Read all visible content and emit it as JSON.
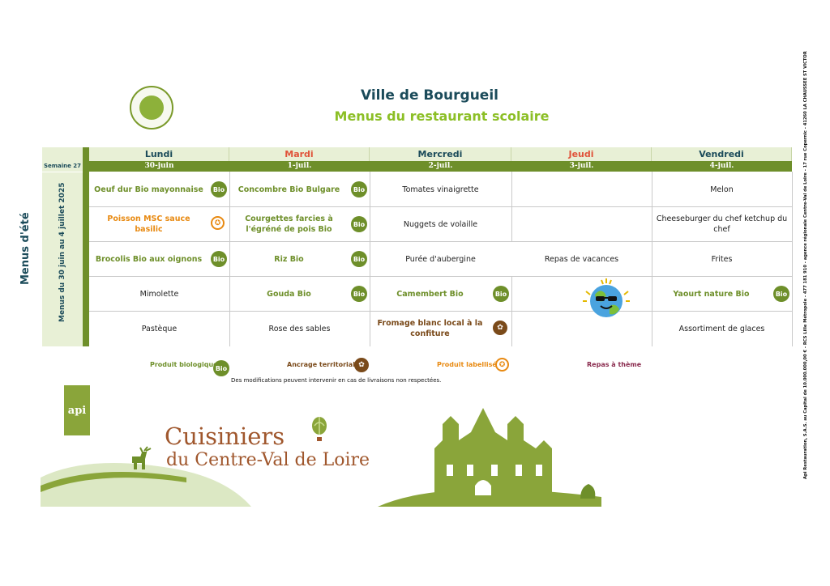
{
  "header": {
    "city": "Ville de Bourgueil",
    "subtitle": "Menus du restaurant scolaire"
  },
  "side": {
    "season_label": "Menus d'été",
    "date_range": "Menus du 30 juin au 4 juillet 2025",
    "week_label": "Semaine 27"
  },
  "days": [
    {
      "name": "Lundi",
      "date": "30-juin",
      "color": "#1b4b5a"
    },
    {
      "name": "Mardi",
      "date": "1-juil.",
      "color": "#e0533a"
    },
    {
      "name": "Mercredi",
      "date": "2-juil.",
      "color": "#1b4b5a"
    },
    {
      "name": "Jeudi",
      "date": "3-juil.",
      "color": "#e0533a"
    },
    {
      "name": "Vendredi",
      "date": "4-juil.",
      "color": "#1b4b5a"
    }
  ],
  "menu": {
    "lundi": [
      {
        "text": "Oeuf dur Bio mayonnaise",
        "tag": "bio"
      },
      {
        "text": "Poisson MSC sauce basilic",
        "tag": "label"
      },
      {
        "text": "Brocolis Bio aux oignons",
        "tag": "bio"
      },
      {
        "text": "Mimolette",
        "tag": "none"
      },
      {
        "text": "Pastèque",
        "tag": "none"
      }
    ],
    "mardi": [
      {
        "text": "Concombre Bio Bulgare",
        "tag": "bio"
      },
      {
        "text": "Courgettes farcies à l'égréné de pois Bio",
        "tag": "bio"
      },
      {
        "text": "Riz Bio",
        "tag": "bio"
      },
      {
        "text": "Gouda Bio",
        "tag": "bio"
      },
      {
        "text": "Rose des sables",
        "tag": "none"
      }
    ],
    "mercredi": [
      {
        "text": "Tomates vinaigrette",
        "tag": "none"
      },
      {
        "text": "Nuggets de volaille",
        "tag": "none"
      },
      {
        "text": "Purée d'aubergine",
        "tag": "none"
      },
      {
        "text": "Camembert Bio",
        "tag": "bio"
      },
      {
        "text": "Fromage blanc local à la confiture",
        "tag": "terr"
      }
    ],
    "jeudi": {
      "text": "Repas de vacances"
    },
    "vendredi": [
      {
        "text": "Melon",
        "tag": "none"
      },
      {
        "text": "Cheeseburger du chef ketchup du chef",
        "tag": "none"
      },
      {
        "text": "Frites",
        "tag": "none"
      },
      {
        "text": "Yaourt nature Bio",
        "tag": "bio"
      },
      {
        "text": "Assortiment de glaces",
        "tag": "none"
      }
    ]
  },
  "badges": {
    "bio": "Bio"
  },
  "legend": {
    "bio": "Produit biologique",
    "terr": "Ancrage territorial",
    "label": "Produit labellisé",
    "theme": "Repas à thème"
  },
  "notice": "Des modifications peuvent intervenir en cas de livraisons non respectées.",
  "footer": {
    "api_logo": "api",
    "brand_line1": "Cuisiniers",
    "brand_line2": "du Centre-Val de Loire"
  },
  "legal": "Api Restauration, S.A.S. au Capital de 10.000.000,00 € - RCS Lille Métropole - 477 181 910 - agence régionale Centre-Val de Loire - 17 rue Copernic - 41260 LA CHAUSSEE ST VICTOR",
  "colors": {
    "bio_green": "#6e8f2a",
    "label_orange": "#e88a12",
    "terr_brown": "#7a4a1a",
    "theme_plum": "#8a2b4e",
    "title_teal": "#1b4b5a",
    "subtitle_green": "#8cbf26",
    "brand_brown": "#a0572d"
  },
  "icons": {
    "logo_seal": "apple-seal-logo",
    "globe": "smiling-globe-sunglasses",
    "balloon": "hot-air-balloon",
    "deer": "deer-silhouette",
    "castle": "castle-silhouette"
  }
}
